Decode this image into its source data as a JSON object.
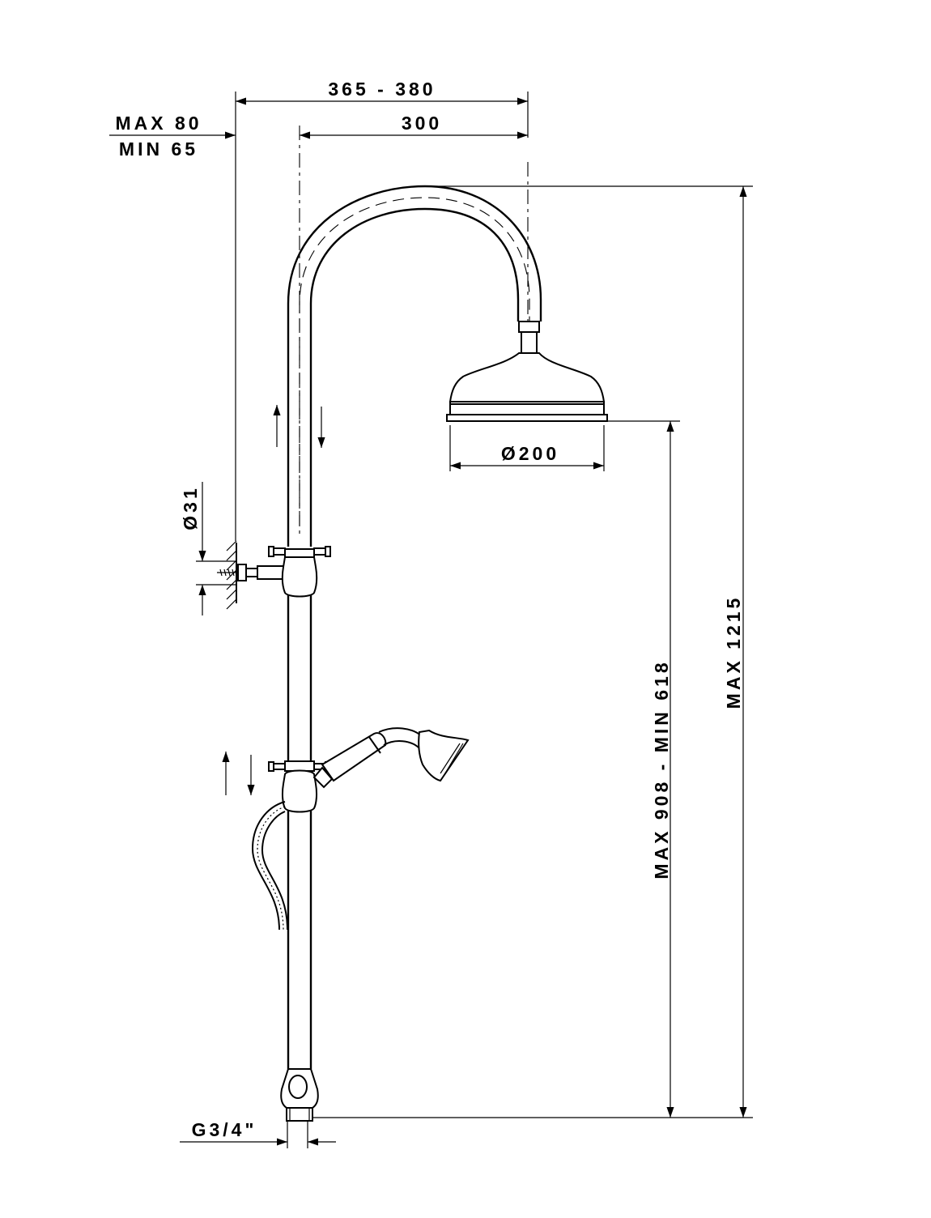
{
  "drawing": {
    "dimensions": {
      "overall_width": "365 - 380",
      "arm_reach": "300",
      "wall_offset_max": "MAX 80",
      "wall_offset_min": "MIN 65",
      "head_diameter": "Ø200",
      "bracket_diameter": "Ø31",
      "head_height": "MAX 908 - MIN 618",
      "total_height": "MAX 1215",
      "inlet_thread": "G3/4\""
    }
  }
}
